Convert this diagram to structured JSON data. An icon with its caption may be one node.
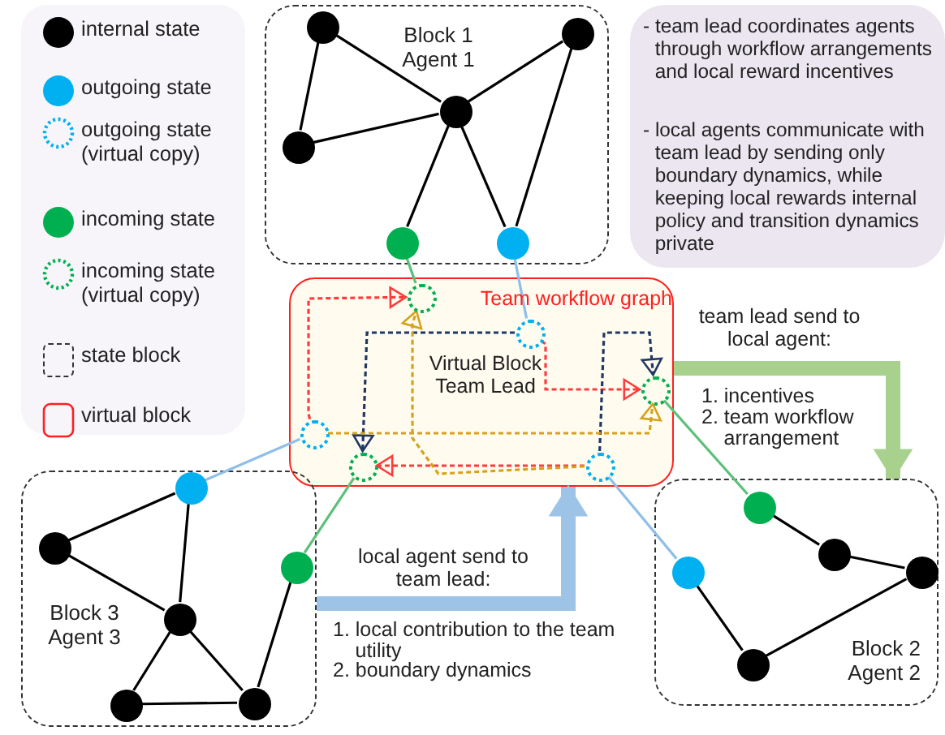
{
  "diagram": {
    "nodes": [
      {
        "text": [
          "Block 1 Agent 1"
        ]
      },
      {
        "text": [],
        "shape": "circle",
        "in": 0
      },
      {
        "text": [],
        "shape": "circle",
        "in": 0
      },
      {
        "text": [],
        "shape": "circle",
        "in": 0
      },
      {
        "text": [],
        "shape": "circle",
        "in": 0
      },
      {
        "text": [],
        "shape": "circle",
        "in": 0
      },
      {
        "text": [],
        "shape": "circle",
        "in": 0
      },
      {
        "text": [
          "- team lead coordinates agents through workflow arrangements and local reward incentives",
          "- local agents communicate with team lead by sending only boundary dynamics, while keeping local rewards internal policy and transition dynamics private"
        ]
      },
      {
        "text": [
          "Team workflow graph",
          "Virtual Block Team Lead"
        ]
      },
      {
        "text": [],
        "shape": "circle",
        "in": 8
      },
      {
        "text": [],
        "shape": "circle",
        "in": 8
      },
      {
        "text": [],
        "shape": "circle",
        "in": 8
      },
      {
        "text": [],
        "shape": "circle",
        "in": 8
      },
      {
        "text": [],
        "shape": "circle",
        "in": 8
      },
      {
        "text": [],
        "shape": "circle",
        "in": 8
      },
      {
        "text": [
          "Block 3 Agent 3"
        ]
      },
      {
        "text": [],
        "shape": "circle",
        "in": 15
      },
      {
        "text": [],
        "shape": "circle",
        "in": 15
      },
      {
        "text": [],
        "shape": "circle",
        "in": 15
      },
      {
        "text": [],
        "shape": "circle",
        "in": 15
      },
      {
        "text": [],
        "shape": "circle",
        "in": 15
      },
      {
        "text": [],
        "shape": "circle",
        "in": 15
      },
      {
        "text": [
          "Block 2 Agent 2"
        ]
      },
      {
        "text": [],
        "shape": "circle",
        "in": 22
      },
      {
        "text": [],
        "shape": "circle",
        "in": 22
      },
      {
        "text": [],
        "shape": "circle",
        "in": 22
      },
      {
        "text": [],
        "shape": "circle",
        "in": 22
      },
      {
        "text": [],
        "shape": "circle",
        "in": 22
      }
    ],
    "edges": [
      {
        "from": 1,
        "to": 3,
        "arrow": "none"
      },
      {
        "from": 1,
        "to": 2,
        "arrow": "none"
      },
      {
        "from": 2,
        "to": 3,
        "arrow": "none"
      },
      {
        "from": 3,
        "to": 4,
        "arrow": "none"
      },
      {
        "from": 3,
        "to": 5,
        "arrow": "none"
      },
      {
        "from": 3,
        "to": 6,
        "arrow": "none"
      },
      {
        "from": 4,
        "to": 6,
        "arrow": "none"
      },
      {
        "from": 5,
        "to": 9,
        "arrow": "none",
        "color": "#5cc07a"
      },
      {
        "from": 6,
        "to": 10,
        "arrow": "none",
        "color": "#8fbfe8"
      },
      {
        "from": 12,
        "to": 9,
        "arrow": "to",
        "style": "dashed",
        "color": "#ff3b3b"
      },
      {
        "from": 10,
        "to": 11,
        "arrow": "to",
        "style": "dashed",
        "color": "#ff3b3b"
      },
      {
        "from": 14,
        "to": 13,
        "arrow": "to",
        "style": "dashed",
        "color": "#ff3b3b"
      },
      {
        "from": 10,
        "to": 13,
        "arrow": "to",
        "style": "dashed",
        "color": "#203864"
      },
      {
        "from": 14,
        "to": 11,
        "arrow": "to",
        "style": "dashed",
        "color": "#203864"
      },
      {
        "from": 12,
        "to": 11,
        "arrow": "to",
        "style": "dashed",
        "color": "#d6a21a"
      },
      {
        "from": 14,
        "to": 9,
        "arrow": "to",
        "style": "dashed",
        "color": "#d6a21a"
      },
      {
        "from": 8,
        "to": 22,
        "arrow": "to",
        "style": "thick",
        "color": "#a9d18e",
        "label": "team lead send to local agent:"
      },
      {
        "from": 15,
        "to": 8,
        "arrow": "to",
        "style": "thick",
        "color": "#9dc3e6",
        "label": "local agent send to team lead:"
      },
      {
        "from": 11,
        "to": 23,
        "arrow": "none",
        "color": "#5cc07a"
      },
      {
        "from": 26,
        "to": 14,
        "arrow": "none",
        "color": "#8fbfe8"
      },
      {
        "from": 16,
        "to": 12,
        "arrow": "none",
        "color": "#8fbfe8"
      },
      {
        "from": 18,
        "to": 13,
        "arrow": "none",
        "color": "#5cc07a"
      },
      {
        "from": 16,
        "to": 17,
        "arrow": "none"
      },
      {
        "from": 16,
        "to": 19,
        "arrow": "none"
      },
      {
        "from": 17,
        "to": 19,
        "arrow": "none"
      },
      {
        "from": 19,
        "to": 20,
        "arrow": "none"
      },
      {
        "from": 19,
        "to": 21,
        "arrow": "none"
      },
      {
        "from": 20,
        "to": 21,
        "arrow": "none"
      },
      {
        "from": 18,
        "to": 21,
        "arrow": "none"
      },
      {
        "from": 23,
        "to": 24,
        "arrow": "none"
      },
      {
        "from": 24,
        "to": 25,
        "arrow": "none"
      },
      {
        "from": 25,
        "to": 27,
        "arrow": "none"
      },
      {
        "from": 26,
        "to": 27,
        "arrow": "none"
      }
    ],
    "labels": [
      "1. incentives",
      "2. team workflow arrangement",
      "1. local contribution to the team utility",
      "2. boundary dynamics"
    ],
    "legend": [
      {
        "text": "internal state"
      },
      {
        "text": "outgoing state"
      },
      {
        "text": "outgoing state (virtual copy)"
      },
      {
        "text": "incoming state"
      },
      {
        "text": "incoming state (virtual copy)"
      },
      {
        "text": "state block"
      },
      {
        "text": "virtual block"
      }
    ]
  }
}
